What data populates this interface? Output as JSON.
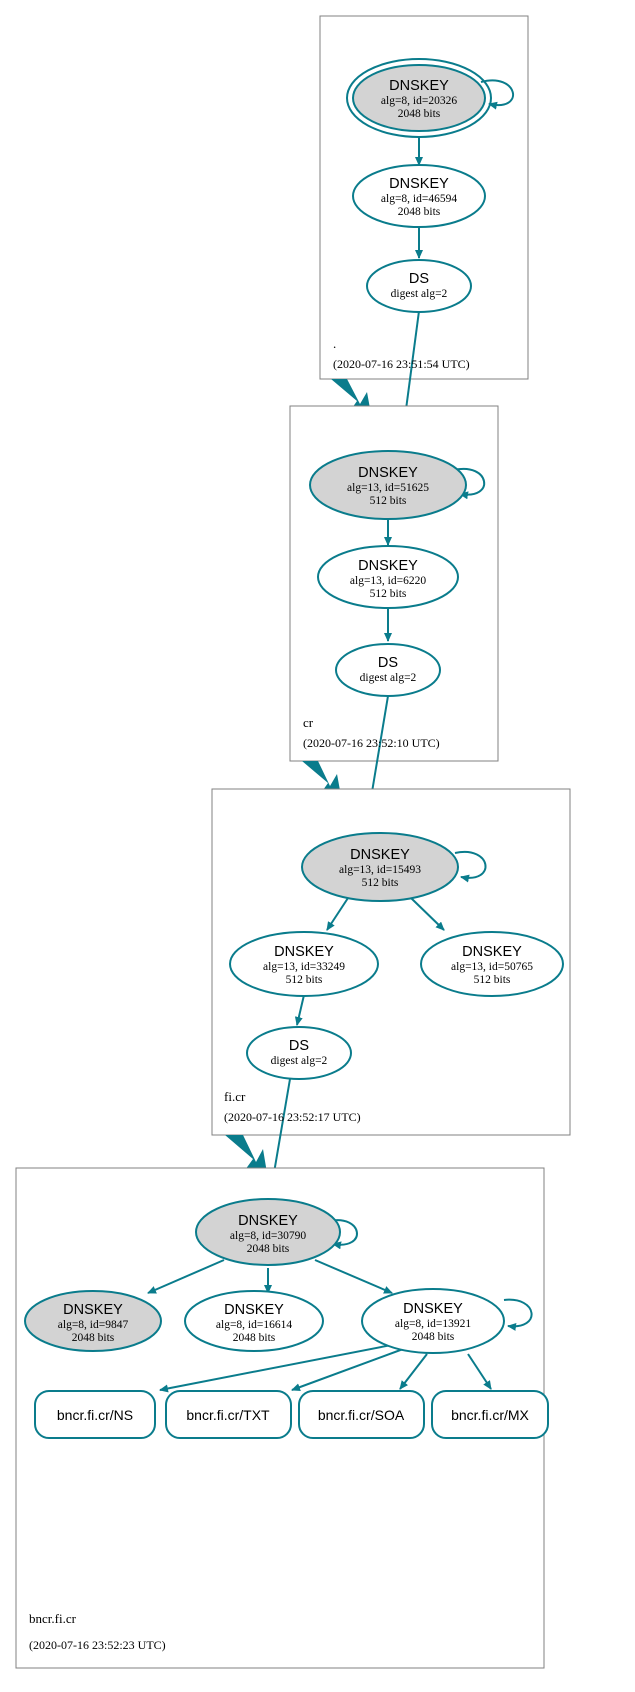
{
  "diagram": {
    "kind": "dnssec-authentication-chain",
    "colors": {
      "accent": "#0a7c8c",
      "shaded_node_fill": "#d3d3d3",
      "plain_node_fill": "#ffffff",
      "zone_border": "#808080",
      "text": "#000000",
      "background": "#ffffff"
    }
  },
  "zones": [
    {
      "id": "root",
      "name": ".",
      "timestamp": "(2020-07-16 23:51:54 UTC)",
      "nodes": [
        {
          "id": "root-ksk",
          "type": "DNSKEY",
          "title": "DNSKEY",
          "line2": "alg=8, id=20326",
          "line3": "2048 bits",
          "alg": 8,
          "key_id": 20326,
          "bits": 2048,
          "shaded": true,
          "double_outline": true,
          "self_loop": true
        },
        {
          "id": "root-zsk",
          "type": "DNSKEY",
          "title": "DNSKEY",
          "line2": "alg=8, id=46594",
          "line3": "2048 bits",
          "alg": 8,
          "key_id": 46594,
          "bits": 2048,
          "shaded": false,
          "double_outline": false,
          "self_loop": false
        },
        {
          "id": "root-ds",
          "type": "DS",
          "title": "DS",
          "line2": "digest alg=2",
          "line3": "",
          "digest_alg": 2,
          "shaded": false,
          "double_outline": false,
          "self_loop": false
        }
      ]
    },
    {
      "id": "cr",
      "name": "cr",
      "timestamp": "(2020-07-16 23:52:10 UTC)",
      "nodes": [
        {
          "id": "cr-ksk",
          "type": "DNSKEY",
          "title": "DNSKEY",
          "line2": "alg=13, id=51625",
          "line3": "512 bits",
          "alg": 13,
          "key_id": 51625,
          "bits": 512,
          "shaded": true,
          "double_outline": false,
          "self_loop": true
        },
        {
          "id": "cr-zsk",
          "type": "DNSKEY",
          "title": "DNSKEY",
          "line2": "alg=13, id=6220",
          "line3": "512 bits",
          "alg": 13,
          "key_id": 6220,
          "bits": 512,
          "shaded": false,
          "double_outline": false,
          "self_loop": false
        },
        {
          "id": "cr-ds",
          "type": "DS",
          "title": "DS",
          "line2": "digest alg=2",
          "line3": "",
          "digest_alg": 2,
          "shaded": false,
          "double_outline": false,
          "self_loop": false
        }
      ]
    },
    {
      "id": "fi-cr",
      "name": "fi.cr",
      "timestamp": "(2020-07-16 23:52:17 UTC)",
      "nodes": [
        {
          "id": "ficr-ksk",
          "type": "DNSKEY",
          "title": "DNSKEY",
          "line2": "alg=13, id=15493",
          "line3": "512 bits",
          "alg": 13,
          "key_id": 15493,
          "bits": 512,
          "shaded": true,
          "double_outline": false,
          "self_loop": true
        },
        {
          "id": "ficr-zsk1",
          "type": "DNSKEY",
          "title": "DNSKEY",
          "line2": "alg=13, id=33249",
          "line3": "512 bits",
          "alg": 13,
          "key_id": 33249,
          "bits": 512,
          "shaded": false,
          "double_outline": false,
          "self_loop": false
        },
        {
          "id": "ficr-zsk2",
          "type": "DNSKEY",
          "title": "DNSKEY",
          "line2": "alg=13, id=50765",
          "line3": "512 bits",
          "alg": 13,
          "key_id": 50765,
          "bits": 512,
          "shaded": false,
          "double_outline": false,
          "self_loop": false
        },
        {
          "id": "ficr-ds",
          "type": "DS",
          "title": "DS",
          "line2": "digest alg=2",
          "line3": "",
          "digest_alg": 2,
          "shaded": false,
          "double_outline": false,
          "self_loop": false
        }
      ]
    },
    {
      "id": "bncr-fi-cr",
      "name": "bncr.fi.cr",
      "timestamp": "(2020-07-16 23:52:23 UTC)",
      "nodes": [
        {
          "id": "bncr-ksk",
          "type": "DNSKEY",
          "title": "DNSKEY",
          "line2": "alg=8, id=30790",
          "line3": "2048 bits",
          "alg": 8,
          "key_id": 30790,
          "bits": 2048,
          "shaded": true,
          "double_outline": false,
          "self_loop": true
        },
        {
          "id": "bncr-k9847",
          "type": "DNSKEY",
          "title": "DNSKEY",
          "line2": "alg=8, id=9847",
          "line3": "2048 bits",
          "alg": 8,
          "key_id": 9847,
          "bits": 2048,
          "shaded": true,
          "double_outline": false,
          "self_loop": false
        },
        {
          "id": "bncr-k16614",
          "type": "DNSKEY",
          "title": "DNSKEY",
          "line2": "alg=8, id=16614",
          "line3": "2048 bits",
          "alg": 8,
          "key_id": 16614,
          "bits": 2048,
          "shaded": false,
          "double_outline": false,
          "self_loop": false
        },
        {
          "id": "bncr-k13921",
          "type": "DNSKEY",
          "title": "DNSKEY",
          "line2": "alg=8, id=13921",
          "line3": "2048 bits",
          "alg": 8,
          "key_id": 13921,
          "bits": 2048,
          "shaded": false,
          "double_outline": false,
          "self_loop": true
        }
      ],
      "rrsets": [
        {
          "id": "rr-ns",
          "label": "bncr.fi.cr/NS"
        },
        {
          "id": "rr-txt",
          "label": "bncr.fi.cr/TXT"
        },
        {
          "id": "rr-soa",
          "label": "bncr.fi.cr/SOA"
        },
        {
          "id": "rr-mx",
          "label": "bncr.fi.cr/MX"
        }
      ]
    }
  ]
}
